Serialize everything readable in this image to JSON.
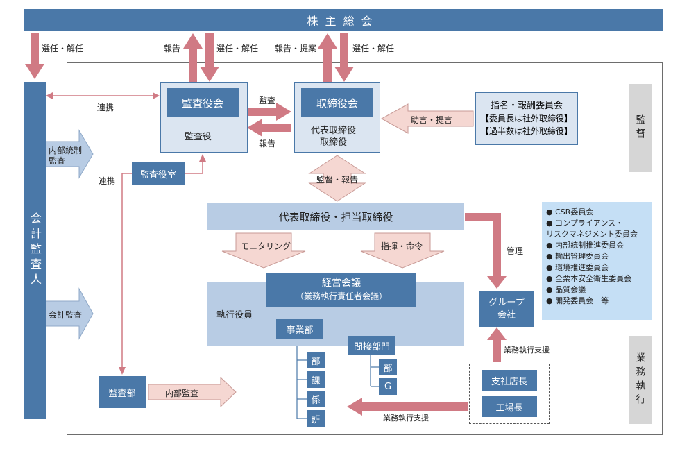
{
  "shareholders_meeting": "株主総会",
  "accounting_auditor": "会計監査人",
  "audit_board": {
    "title": "監査役会",
    "member": "監査役"
  },
  "board": {
    "title": "取締役会",
    "members_line1": "代表取締役",
    "members_line2": "取締役"
  },
  "nomination_committee": {
    "title": "指名・報酬委員会",
    "note1": "【委員長は社外取締役】",
    "note2": "【過半数は社外取締役】"
  },
  "audit_office": "監査役室",
  "supervision_label": "監督",
  "execution_label": "業務執行",
  "rep_directors": "代表取締役・担当取締役",
  "management_meeting": {
    "title": "経営会議",
    "subtitle": "（業務執行責任者会議）"
  },
  "executive_officers": "執行役員",
  "business_dept": {
    "title": "事業部",
    "units": [
      "部",
      "課",
      "係",
      "班"
    ]
  },
  "indirect_dept": {
    "title": "間接部門",
    "units": [
      "部",
      "G"
    ]
  },
  "group_companies": {
    "line1": "グループ",
    "line2": "会社"
  },
  "branch_manager": "支社店長",
  "plant_manager": "工場長",
  "audit_dept": "監査部",
  "committees": [
    "CSR委員会",
    "コンプライアンス・\nリスクマネジメント委員会",
    "内部統制推進委員会",
    "輸出管理委員会",
    "環境推進委員会",
    "全栗本安全衛生委員会",
    "品質会議",
    "開発委員会　等"
  ],
  "labels": {
    "appoint_dismiss_1": "選任・解任",
    "report_1": "報告",
    "appoint_dismiss_2": "選任・解任",
    "report_proposal": "報告・提案",
    "appoint_dismiss_3": "選任・解任",
    "cooperation_1": "連携",
    "audit": "監査",
    "report_2": "報告",
    "advice_proposal": "助言・提言",
    "internal_control_audit": "内部統制\n監査",
    "cooperation_2": "連携",
    "supervision_report": "監督・報告",
    "monitoring": "モニタリング",
    "direction_order": "指揮・命令",
    "management": "管理",
    "accounting_audit": "会計監査",
    "execution_support_1": "業務執行支援",
    "execution_support_2": "業務執行支援",
    "internal_audit": "内部監査"
  },
  "colors": {
    "dark_blue": "#4a78a8",
    "pale_blue": "#b8cce4",
    "arrow_pink": "#d07a84",
    "arrow_pale": "#f5d7d2",
    "committee_bg": "#c5dff5",
    "gray_band": "#d6d6d6"
  }
}
